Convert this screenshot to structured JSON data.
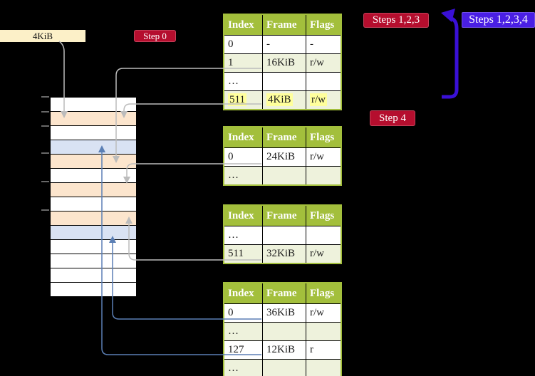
{
  "labels": {
    "size_box": "4KiB",
    "step0": "Step 0",
    "steps123": "Steps 1,2,3",
    "steps1234": "Steps 1,2,3,4",
    "step4": "Step 4"
  },
  "colors": {
    "background": "#000000",
    "badge_red": "#b50e2e",
    "badge_blue": "#4a1fe4",
    "table_header_green": "#a3bf3c",
    "table_row_shaded_green": "#eef2dc",
    "cell_highlight_yellow": "#ffff9c",
    "memory_frame_table_peach": "#fce5cd",
    "memory_frame_mapped_blue": "#d9e2f3",
    "size_box_cream": "#fcf0c8",
    "arrow_gray": "#bcbcbc",
    "arrow_steel_blue": "#5b7fb5",
    "arrow_violet": "#3a10d6",
    "tick_gray": "#8a8a8a"
  },
  "memory_column": {
    "rows": [
      "free",
      "table",
      "free",
      "mapped",
      "table",
      "free",
      "table",
      "free",
      "table",
      "mapped",
      "free",
      "free",
      "free",
      "free"
    ]
  },
  "page_tables": [
    {
      "headers": [
        "Index",
        "Frame",
        "Flags"
      ],
      "rows": [
        {
          "index": "0",
          "frame": "-",
          "flags": "-"
        },
        {
          "index": "1",
          "frame": "16KiB",
          "flags": "r/w"
        },
        {
          "index": "…",
          "frame": "",
          "flags": ""
        },
        {
          "index": "511",
          "frame": "4KiB",
          "flags": "r/w"
        }
      ]
    },
    {
      "headers": [
        "Index",
        "Frame",
        "Flags"
      ],
      "rows": [
        {
          "index": "0",
          "frame": "24KiB",
          "flags": "r/w"
        },
        {
          "index": "…",
          "frame": "",
          "flags": ""
        }
      ]
    },
    {
      "headers": [
        "Index",
        "Frame",
        "Flags"
      ],
      "rows": [
        {
          "index": "…",
          "frame": "",
          "flags": ""
        },
        {
          "index": "511",
          "frame": "32KiB",
          "flags": "r/w"
        }
      ]
    },
    {
      "headers": [
        "Index",
        "Frame",
        "Flags"
      ],
      "rows": [
        {
          "index": "0",
          "frame": "36KiB",
          "flags": "r/w"
        },
        {
          "index": "…",
          "frame": "",
          "flags": ""
        },
        {
          "index": "127",
          "frame": "12KiB",
          "flags": "r"
        },
        {
          "index": "…",
          "frame": "",
          "flags": ""
        }
      ]
    }
  ]
}
